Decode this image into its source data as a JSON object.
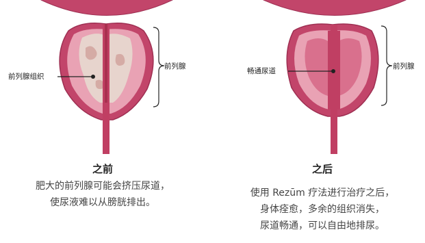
{
  "before": {
    "heading": "之前",
    "label_left": "前列腺组织",
    "label_right": "前列腺",
    "caption": [
      "肥大的前列腺可能会挤压尿道，",
      "使尿液难以从膀胱排出。"
    ]
  },
  "after": {
    "heading": "之后",
    "label_left": "畅通尿道",
    "label_right": "前列腺",
    "caption": [
      "使用 Rezūm 疗法进行治疗之后，",
      "身体痊愈，多余的组织消失，",
      "尿道畅通，可以自由地排尿。"
    ]
  },
  "colors": {
    "outer": "#c2456a",
    "inner": "#e9a2b4",
    "tissue": "#e7d4cd",
    "urethra": "#c03f63",
    "line": "#222222"
  }
}
